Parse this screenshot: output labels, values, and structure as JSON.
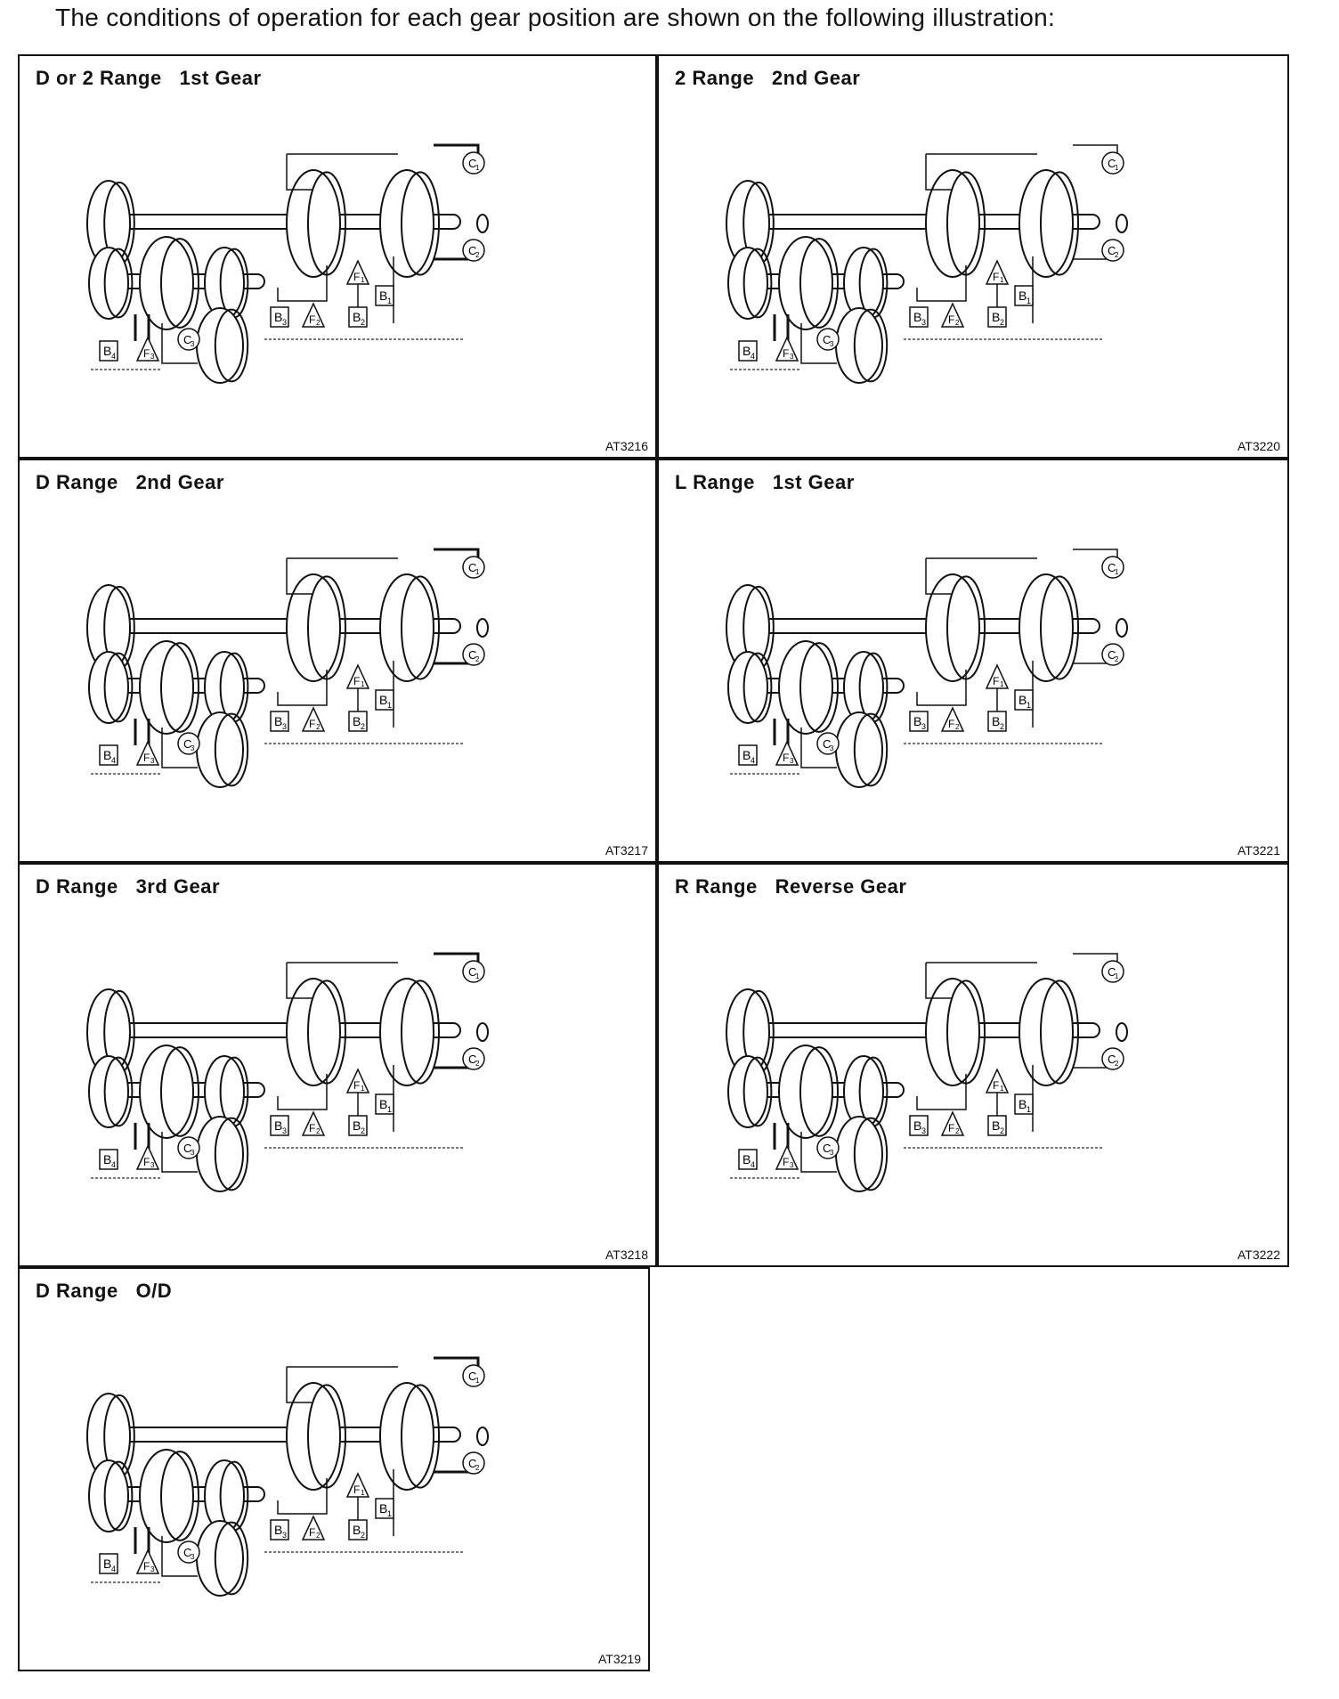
{
  "intro_text": "The conditions of operation for each gear position are shown on the following illustration:",
  "panels": [
    {
      "title": "D or 2 Range   1st Gear",
      "code": "AT3216"
    },
    {
      "title": "2 Range   2nd Gear",
      "code": "AT3220"
    },
    {
      "title": "D Range   2nd Gear",
      "code": "AT3217"
    },
    {
      "title": "L Range   1st Gear",
      "code": "AT3221"
    },
    {
      "title": "D Range   3rd Gear",
      "code": "AT3218"
    },
    {
      "title": "R Range   Reverse Gear",
      "code": "AT3222"
    },
    {
      "title": "D Range   O/D",
      "code": "AT3219"
    }
  ],
  "labels": {
    "C1": "C",
    "C2": "C",
    "C3": "C",
    "B1": "B",
    "B2": "B",
    "B3": "B",
    "B4": "B",
    "F1": "F",
    "F2": "F",
    "F3": "F"
  }
}
